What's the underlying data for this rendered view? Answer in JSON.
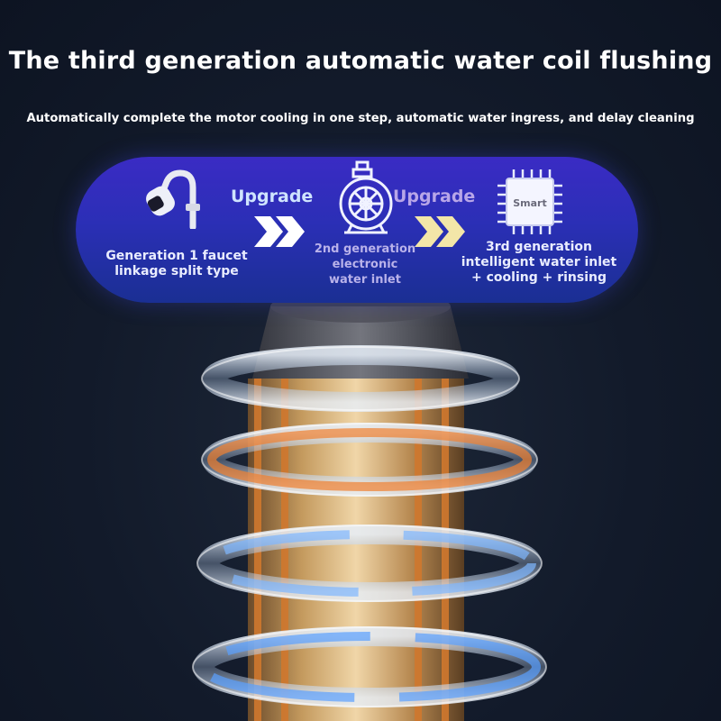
{
  "title": "The third generation automatic water coil flushing",
  "subtitle": "Automatically complete the motor cooling in one step, automatic water ingress, and delay cleaning",
  "panel": {
    "upgrade_1": "Upgrade",
    "upgrade_2": "Upgrade",
    "gen1": {
      "line1": "Generation 1 faucet",
      "line2": "linkage split type"
    },
    "gen2": {
      "line1": "2nd generation",
      "line2": "electronic",
      "line3": "water inlet"
    },
    "gen3": {
      "line1": "3rd generation",
      "line2": "intelligent water inlet",
      "line3": "+ cooling + rinsing"
    },
    "chip_label": "Smart"
  },
  "icons": [
    "faucet-icon",
    "pump-icon",
    "smart-chip-icon",
    "double-chevron-icon"
  ],
  "colors": {
    "background": "#121a2a",
    "panel_top": "#3a2bc4",
    "panel_bottom": "#1a2f93",
    "upgrade_1": "#cfe4ff",
    "upgrade_2": "#b8a6e8",
    "chevron_1": "#ffffff",
    "chevron_2": "#f3e6a8",
    "gen_text": "#e9ecff"
  }
}
